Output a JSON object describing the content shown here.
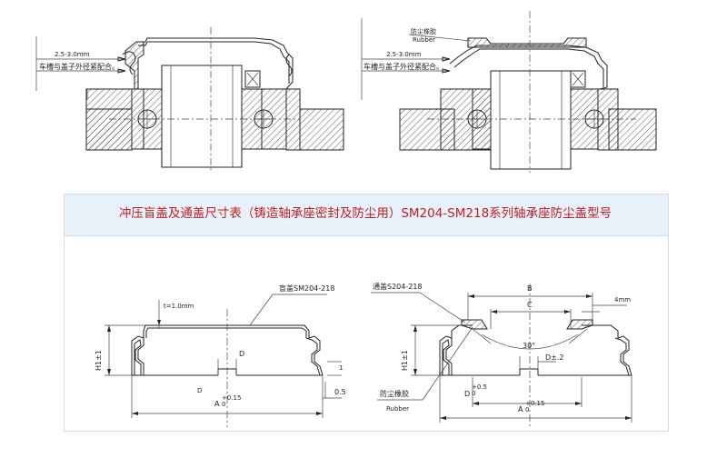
{
  "title": "冲压盲盖及通盖尺寸表（铸造轴承座密封及防尘用）SM204-SM218系列轴承座防尘盖型号",
  "top_left": {
    "dim_text": "2.5-3.0mm",
    "note": "车槽与盖子外径紧配合。"
  },
  "top_right": {
    "dust_label": "防尘橡胶",
    "rubber_label": "Rubber",
    "dim_text": "2.5-3.0mm",
    "note": "车槽与盖子外径紧配合。"
  },
  "blind_cover": {
    "name": "盲盖SM204-218",
    "thickness": "t=1.0mm",
    "h_label": "H1±1",
    "d_label": "D",
    "a_label": "A",
    "a_tol": "+0.15",
    "a_tol_low": "0",
    "dim_05": "0.5",
    "small_1": "1",
    "small_d": "D"
  },
  "through_cover": {
    "name": "通盖S204-218",
    "b_label": "B",
    "c_label": "C",
    "mm4": "4mm",
    "angle": "30°",
    "h_label": "H1±1",
    "d2_label": "D±.2",
    "dd_label": "D",
    "dd_tol": "+0.5",
    "dd_tol_low": "0",
    "a_label": "A",
    "a_tol": "+0.15",
    "a_tol_low": "0",
    "dust_label": "防尘橡胶",
    "rubber_label": "Rubber"
  }
}
